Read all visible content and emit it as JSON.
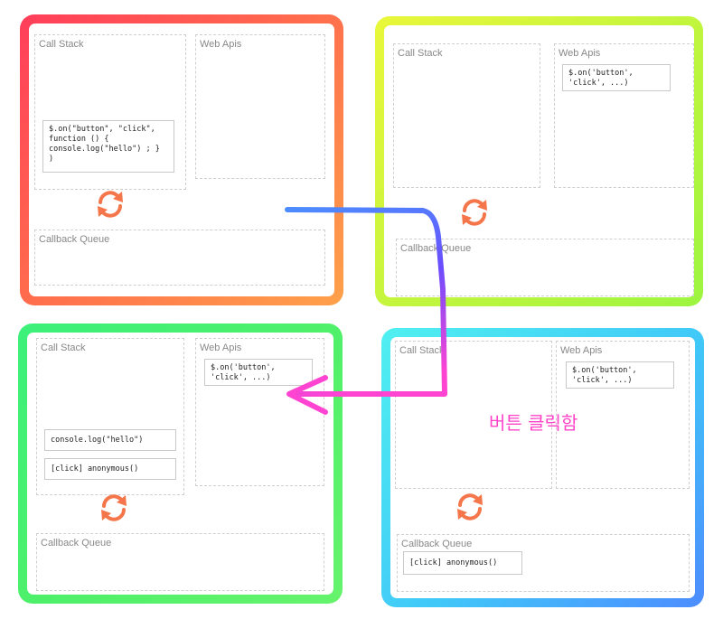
{
  "labels": {
    "call_stack": "Call Stack",
    "web_apis": "Web Apis",
    "callback_queue": "Callback Queue"
  },
  "panel1": {
    "stack_code": "$.on(\"button\", \"click\",\nfunction () {\nconsole.log(\"hello\") ; }\n)"
  },
  "panel2": {
    "web_api_code": "$.on('button',\n'click', ...)"
  },
  "panel3": {
    "web_api_code": "$.on('button',\n'click', ...)",
    "stack_top": "console.log(\"hello\")",
    "stack_bottom": "[click] anonymous()"
  },
  "panel4": {
    "web_api_code": "$.on('button',\n'click', ...)",
    "queue_item": "[click] anonymous()"
  },
  "caption": "버튼 클릭함",
  "icons": [
    "refresh-loop-icon",
    "flow-arrow-icon"
  ],
  "colors": {
    "panel1_border": "#ff5a50",
    "panel2_border": "#c4f53d",
    "panel3_border": "#4ef06a",
    "panel4_border": "#40c8f8",
    "loop_icon": "#f4764a",
    "arrow_start": "#4d8cff",
    "arrow_end": "#ff44d2",
    "caption": "#ff44c8"
  }
}
